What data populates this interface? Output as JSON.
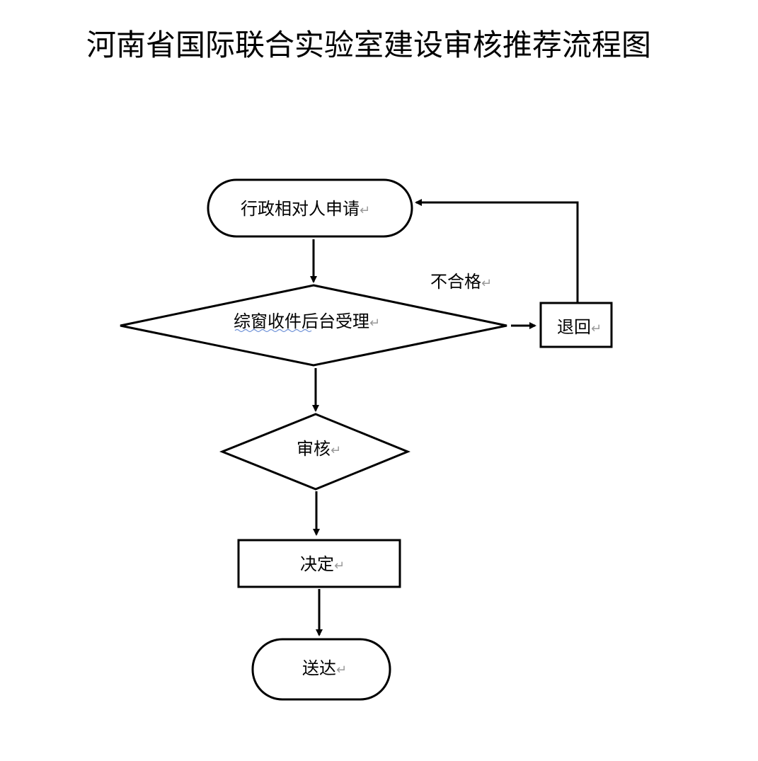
{
  "title": "河南省国际联合实验室建设审核推荐流程图",
  "paragraph_mark": "↵",
  "nodes": {
    "apply": "行政相对人申请",
    "accept": "综窗收件后台受理",
    "review": "审核",
    "decide": "决定",
    "deliver": "送达",
    "return": "退回"
  },
  "edge_labels": {
    "unqualified": "不合格"
  }
}
